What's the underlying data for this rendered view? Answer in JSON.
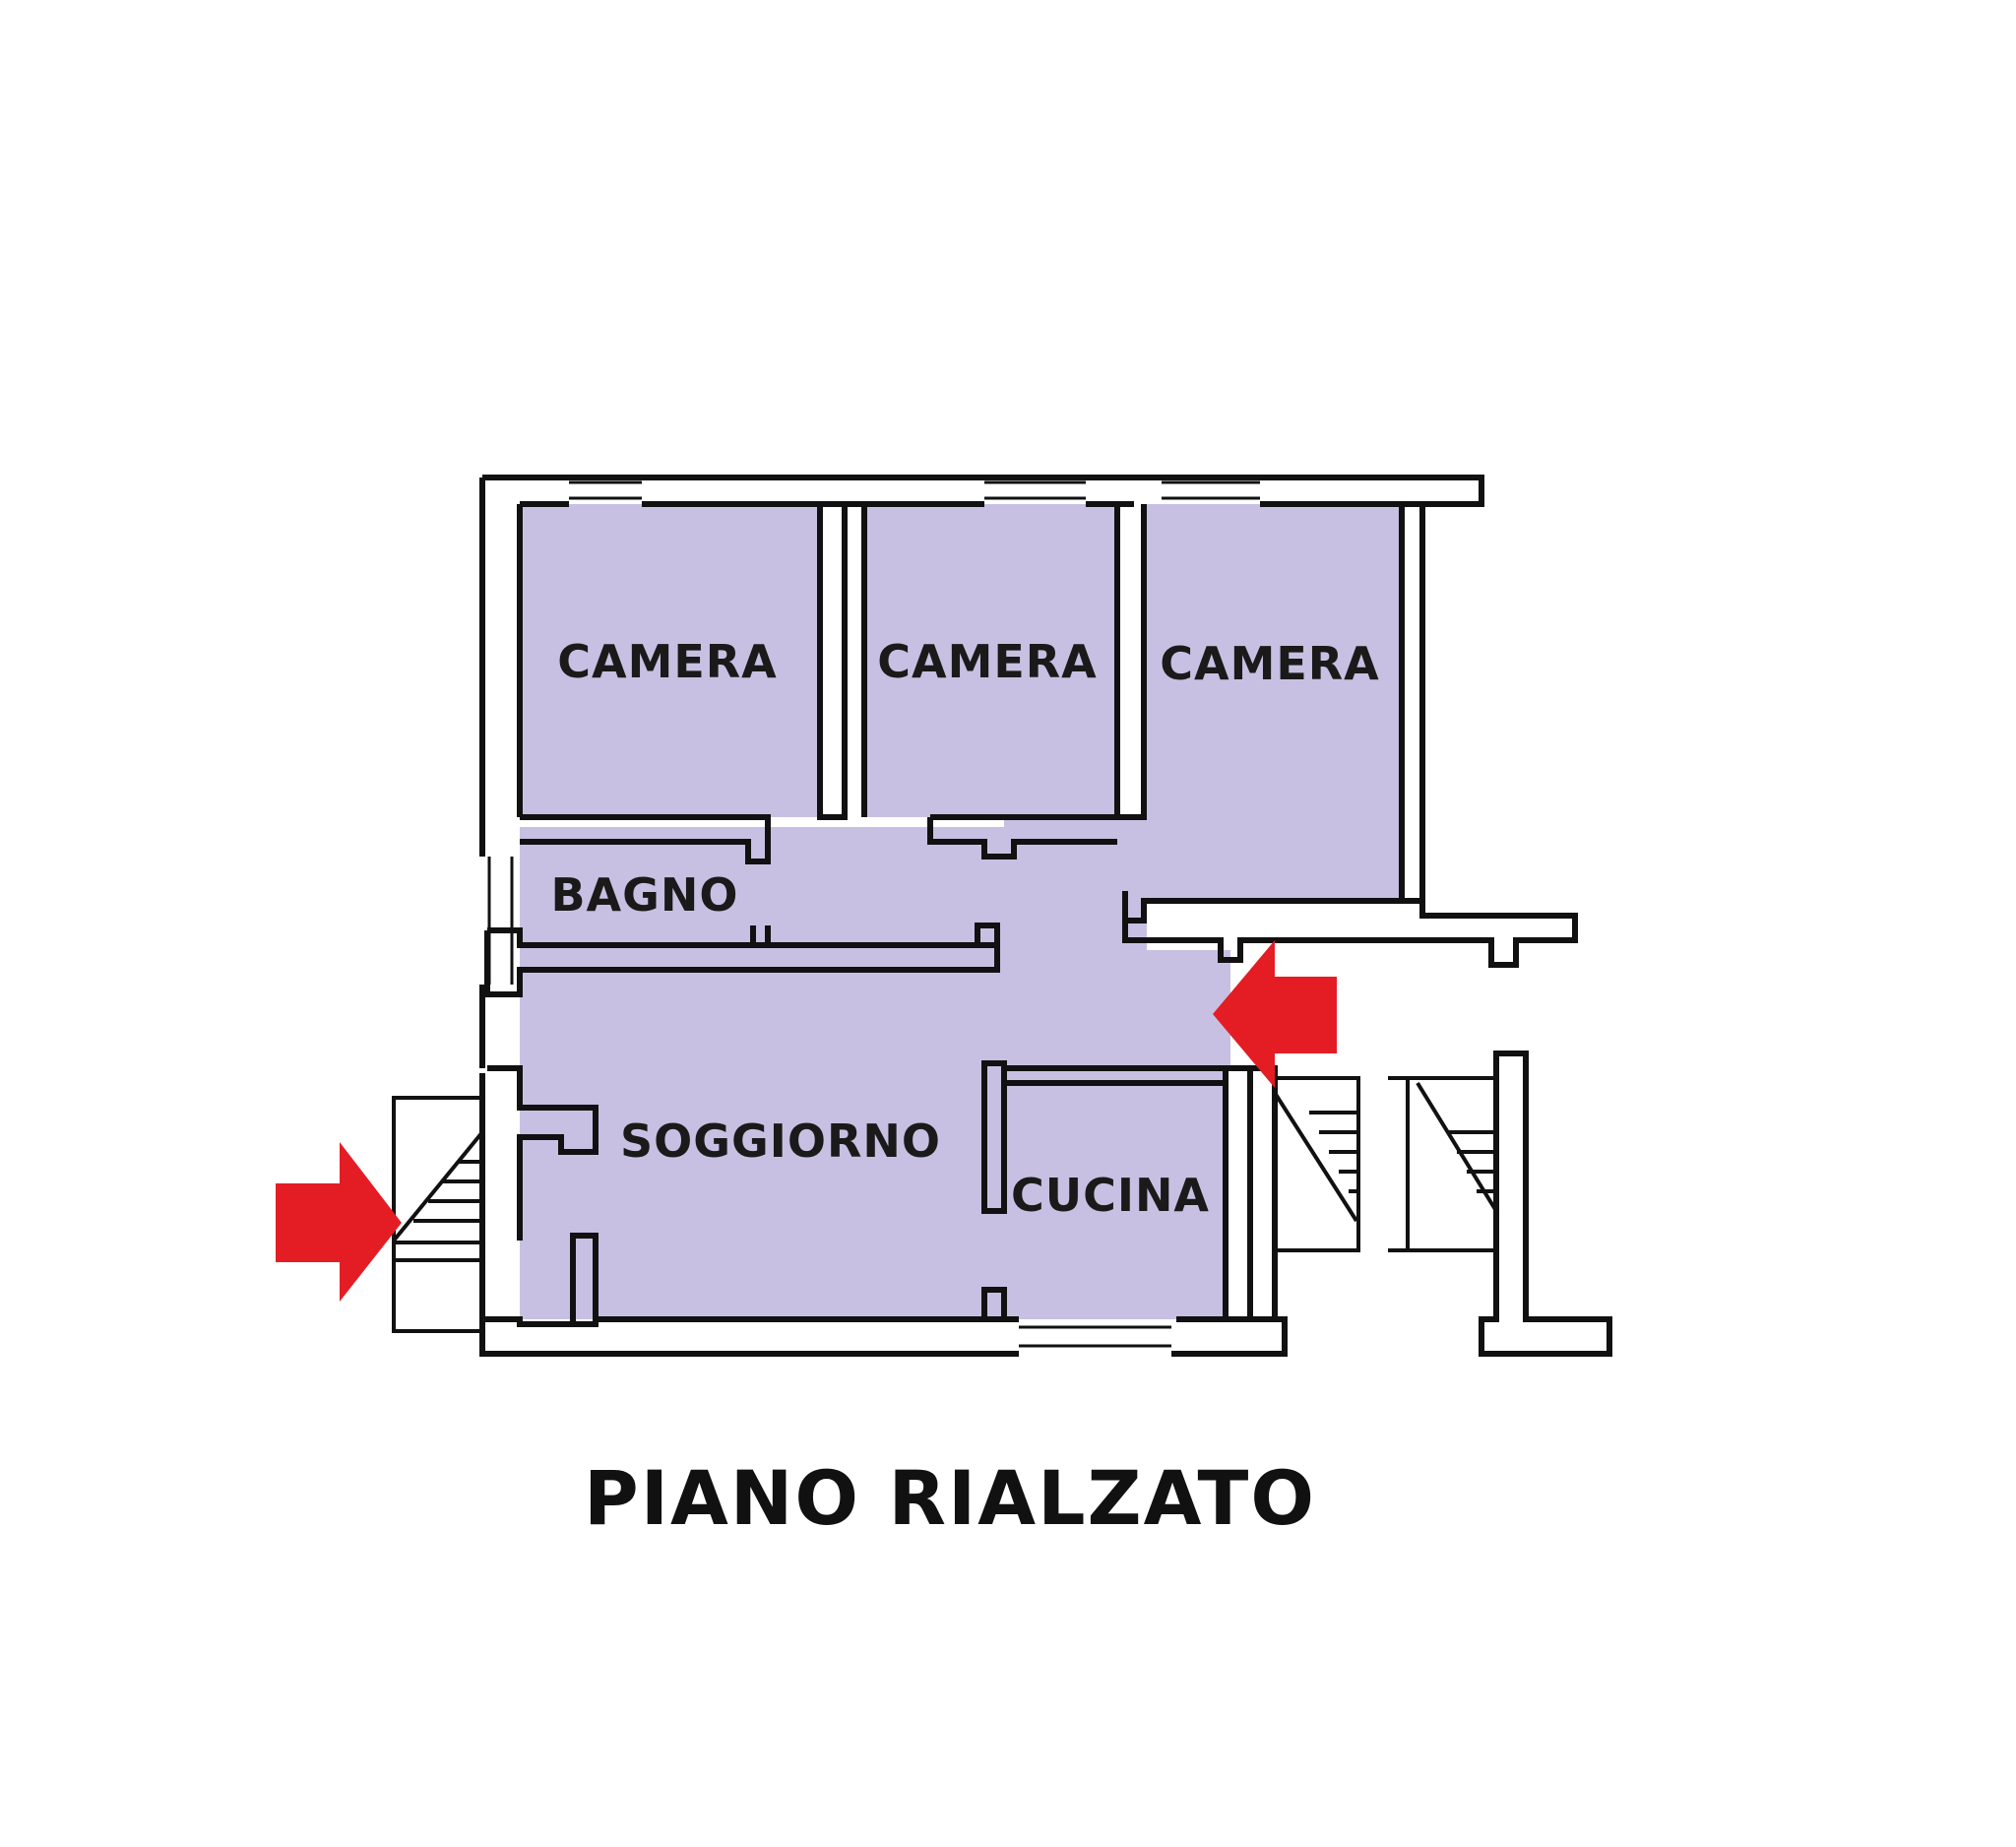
{
  "floor_title": "PIANO RIALZATO",
  "rooms": {
    "camera_1": "CAMERA",
    "camera_2": "CAMERA",
    "camera_3": "CAMERA",
    "bagno": "BAGNO",
    "soggiorno": "SOGGIORNO",
    "cucina": "CUCINA"
  },
  "colors": {
    "room_fill": "#c8c0e2",
    "wall": "#111111",
    "arrow": "#e41d25",
    "background": "#ffffff"
  }
}
